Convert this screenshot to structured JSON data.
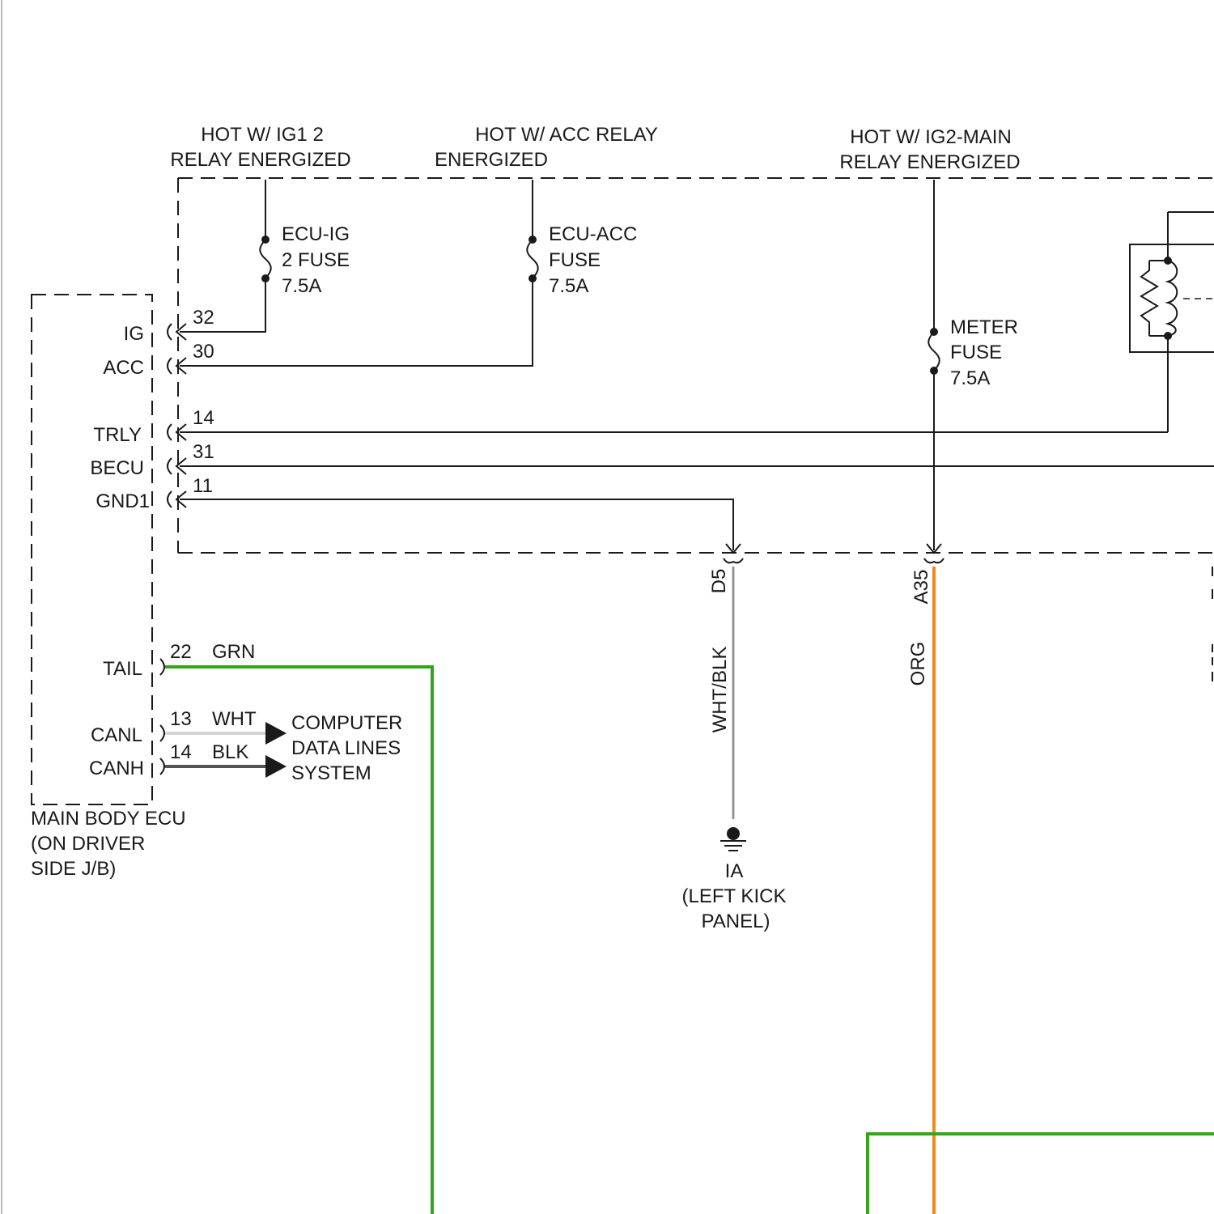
{
  "supplies": {
    "ig1": [
      "HOT W/ IG1 2",
      "RELAY ENERGIZED"
    ],
    "acc": [
      "HOT W/ ACC RELAY",
      "ENERGIZED"
    ],
    "ig2": [
      "HOT W/ IG2-MAIN",
      "RELAY ENERGIZED"
    ]
  },
  "fuses": {
    "ecu_ig": [
      "ECU-IG",
      "2 FUSE",
      "7.5A"
    ],
    "ecu_acc": [
      "ECU-ACC",
      "FUSE",
      "7.5A"
    ],
    "meter": [
      "METER",
      "FUSE",
      "7.5A"
    ]
  },
  "ecu": {
    "label": [
      "MAIN BODY ECU",
      "(ON DRIVER",
      "SIDE J/B)"
    ],
    "pins": [
      {
        "name": "IG",
        "num": "32"
      },
      {
        "name": "ACC",
        "num": "30"
      },
      {
        "name": "TRLY",
        "num": "14"
      },
      {
        "name": "BECU",
        "num": "31"
      },
      {
        "name": "GND1",
        "num": "11"
      },
      {
        "name": "TAIL",
        "num": "22",
        "wire": "GRN"
      },
      {
        "name": "CANL",
        "num": "13",
        "wire": "WHT"
      },
      {
        "name": "CANH",
        "num": "14",
        "wire": "BLK"
      }
    ]
  },
  "data_lines": [
    "COMPUTER",
    "DATA LINES",
    "SYSTEM"
  ],
  "connectors": {
    "d5": {
      "code": "D5",
      "wire": "WHT/BLK"
    },
    "a35": {
      "code": "A35",
      "wire": "ORG"
    }
  },
  "ground": [
    "IA",
    "(LEFT KICK",
    "PANEL)"
  ],
  "colors": {
    "grn": "#33a51a",
    "org": "#ee8a1e",
    "wht": "#d4d4d4",
    "blk": "#555555",
    "line": "#1a1a1a"
  }
}
